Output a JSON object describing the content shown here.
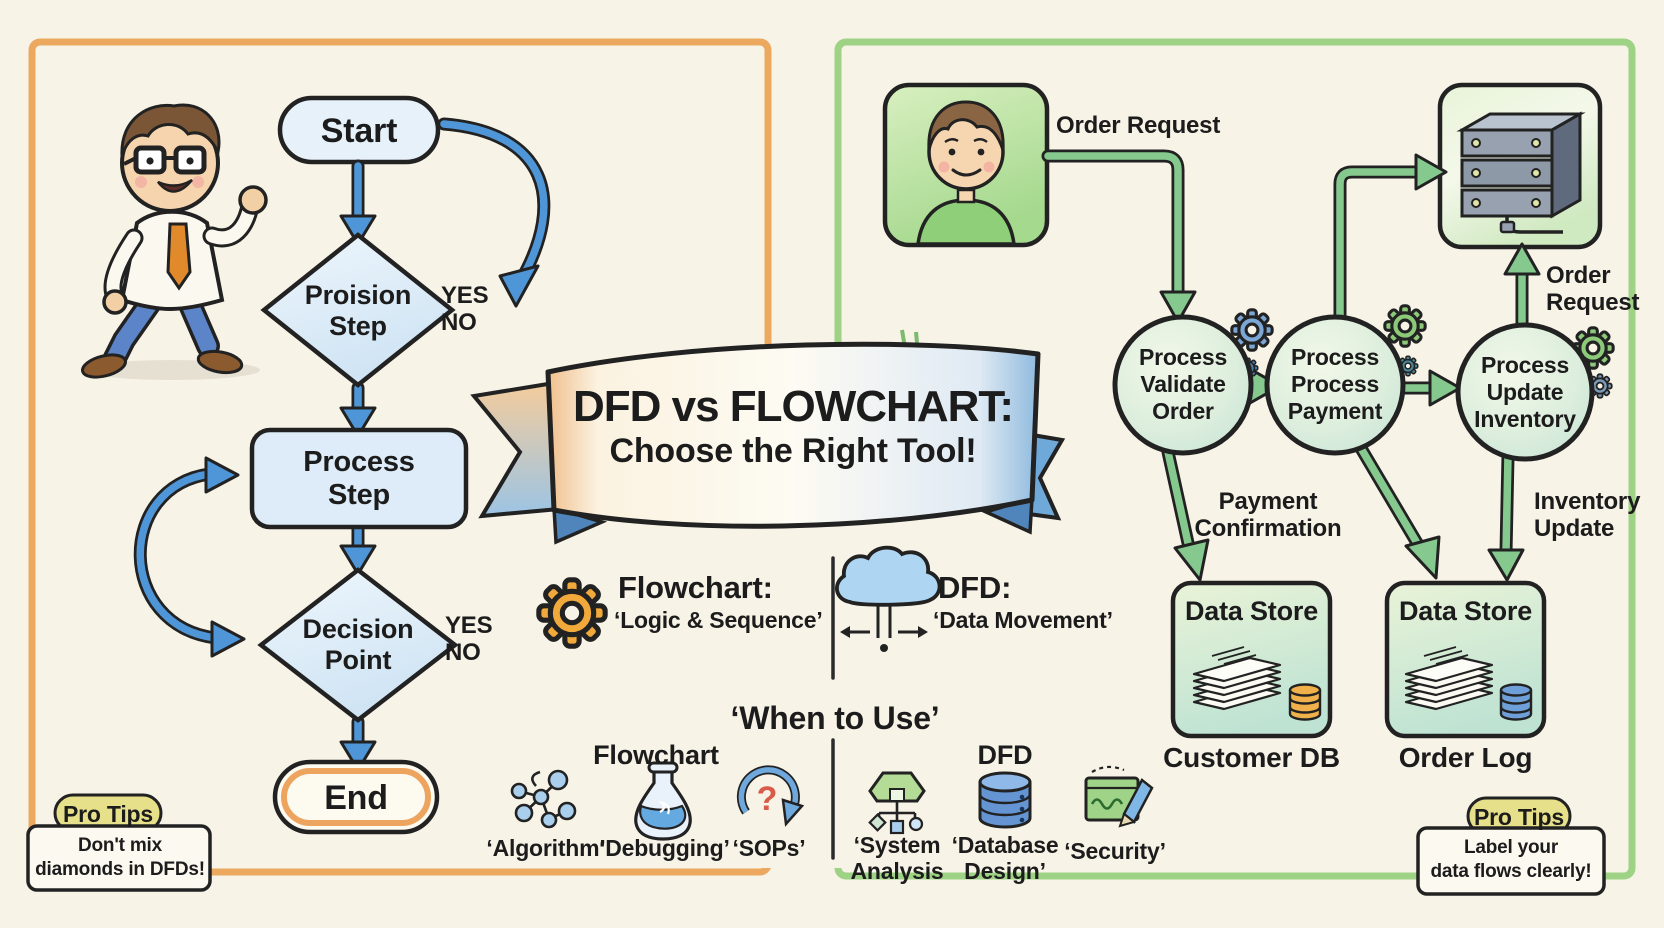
{
  "banner": {
    "title": "DFD vs FLOWCHART:",
    "subtitle": "Choose the Right Tool!"
  },
  "left_panel": {
    "flow": {
      "start": "Start",
      "decision1": "Proision\nStep",
      "decision1_branch": "YES\nNO",
      "process": "Process\nStep",
      "decision2": "Decision\nPoint",
      "decision2_branch": "YES\nNO",
      "end": "End"
    },
    "pro_tips": {
      "badge": "Pro Tips",
      "text": "Don't mix\ndiamonds in DFDs!"
    }
  },
  "legend": {
    "flowchart": {
      "name": "Flowchart:",
      "tagline": "‘Logic & Sequence’"
    },
    "dfd": {
      "name": "DFD:",
      "tagline": "‘Data Movement’"
    }
  },
  "when_to_use": {
    "heading": "‘When to Use’",
    "flowchart": {
      "title": "Flowchart",
      "item1": "‘Algorithm’",
      "item2": "‘Debugging’",
      "item3": "‘SOPs’"
    },
    "dfd": {
      "title": "DFD",
      "item1": "‘System\nAnalysis",
      "item2": "‘Database\nDesign’",
      "item3": "‘Security’"
    }
  },
  "right_panel": {
    "flows": {
      "order_request": "Order Request",
      "order_request_server": "Order\nRequest",
      "payment_confirmation": "Payment\nConfirmation",
      "inventory_update": "Inventory\nUpdate"
    },
    "processes": {
      "validate": "Process\nValidate\nOrder",
      "payment": "Process\nProcess\nPayment",
      "inventory": "Process\nUpdate\nInventory"
    },
    "stores": {
      "title1": "Data Store",
      "title2": "Data Store",
      "label1": "Customer DB",
      "label2": "Order Log"
    },
    "pro_tips": {
      "badge": "Pro Tips",
      "text": "Label your\ndata flows clearly!"
    }
  },
  "colors": {
    "background": "#f7f3e7",
    "left_panel_border": "#eca85f",
    "right_panel_border": "#9ed284",
    "flowchart_arrow_blue": "#4f96d8",
    "dfd_arrow_green": "#85c98e",
    "pro_tips_badge": "#e7e08a",
    "gear_orange": "#f2a93b",
    "cloud_blue": "#aed6f2",
    "db_cylinder_orange": "#f0b14a",
    "db_cylinder_blue": "#6f9fd8"
  }
}
